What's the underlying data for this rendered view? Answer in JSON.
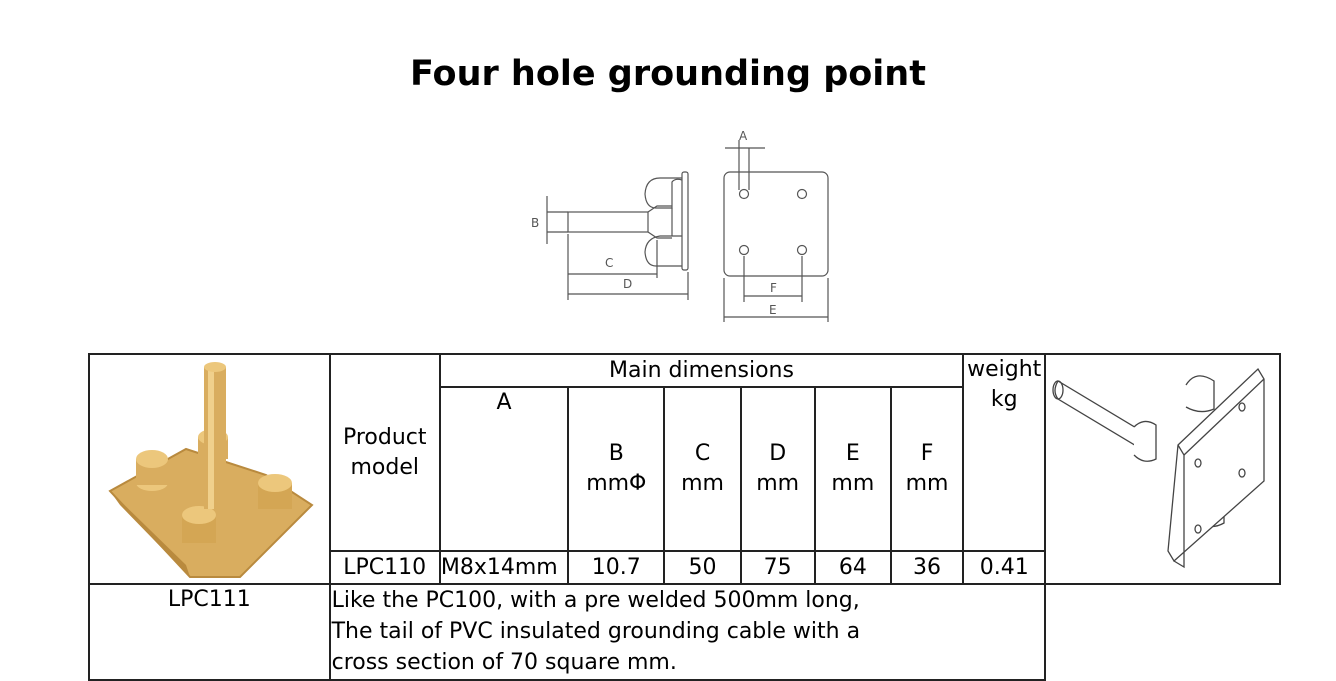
{
  "title": "Four hole grounding point",
  "diagram": {
    "labels": {
      "a": "A",
      "b": "B",
      "c": "C",
      "d": "D",
      "e": "E",
      "f": "F"
    }
  },
  "table": {
    "header": {
      "product_model": [
        "Product",
        "model"
      ],
      "main_dimensions": "Main dimensions",
      "weight": [
        "weight",
        "kg"
      ],
      "columns": [
        {
          "name": "A",
          "unit": ""
        },
        {
          "name": "B",
          "unit": "mmΦ"
        },
        {
          "name": "C",
          "unit": "mm"
        },
        {
          "name": "D",
          "unit": "mm"
        },
        {
          "name": "E",
          "unit": "mm"
        },
        {
          "name": "F",
          "unit": "mm"
        }
      ]
    },
    "rows": [
      {
        "model": "LPC110",
        "values": [
          "M8x14mm",
          "10.7",
          "50",
          "75",
          "64",
          "36"
        ],
        "weight": "0.41"
      },
      {
        "model": "LPC111",
        "note": [
          "Like the PC100, with a pre welded 500mm long,",
          "The tail of PVC insulated grounding cable with a",
          "cross section of 70 square mm."
        ]
      }
    ]
  },
  "colors": {
    "brass": "#d9ad5f",
    "brass_dark": "#b98a3e",
    "line": "#555555"
  }
}
